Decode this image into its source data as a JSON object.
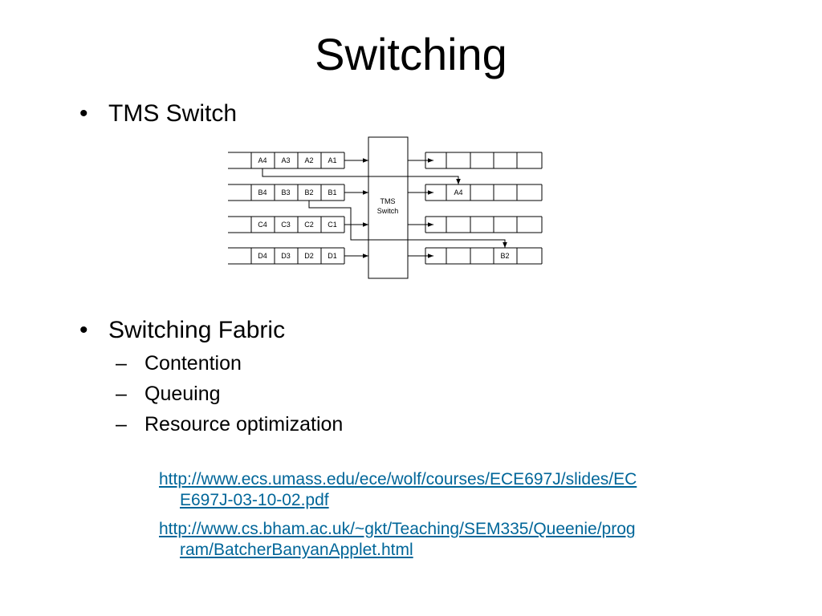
{
  "slide": {
    "title": "Switching",
    "bullets": [
      {
        "marker": "•",
        "text": "TMS Switch"
      },
      {
        "marker": "•",
        "text": "Switching Fabric"
      }
    ],
    "sub_bullets": [
      {
        "marker": "–",
        "text": "Contention"
      },
      {
        "marker": "–",
        "text": "Queuing"
      },
      {
        "marker": "–",
        "text": "Resource optimization"
      }
    ],
    "links": [
      {
        "line1": "http://www.ecs.umass.edu/ece/wolf/courses/ECE697J/slides/EC",
        "line2": "E697J-03-10-02.pdf"
      },
      {
        "line1": "http://www.cs.bham.ac.uk/~gkt/Teaching/SEM335/Queenie/prog",
        "line2": "ram/BatcherBanyanApplet.html"
      }
    ],
    "link_color": "#006699"
  },
  "diagram": {
    "switch_label_line1": "TMS",
    "switch_label_line2": "Switch",
    "input_rows": [
      [
        "A4",
        "A3",
        "A2",
        "A1"
      ],
      [
        "B4",
        "B3",
        "B2",
        "B1"
      ],
      [
        "C4",
        "C3",
        "C2",
        "C1"
      ],
      [
        "D4",
        "D3",
        "D2",
        "D1"
      ]
    ],
    "output_rows": [
      [
        "",
        "",
        "",
        "",
        ""
      ],
      [
        "A4",
        "",
        "",
        "",
        ""
      ],
      [
        "",
        "",
        "",
        "",
        ""
      ],
      [
        "",
        "",
        "",
        "B2",
        ""
      ]
    ],
    "routes": [
      {
        "from": "A4",
        "to_row": 2
      },
      {
        "from": "B2",
        "to_row": 4
      }
    ]
  }
}
